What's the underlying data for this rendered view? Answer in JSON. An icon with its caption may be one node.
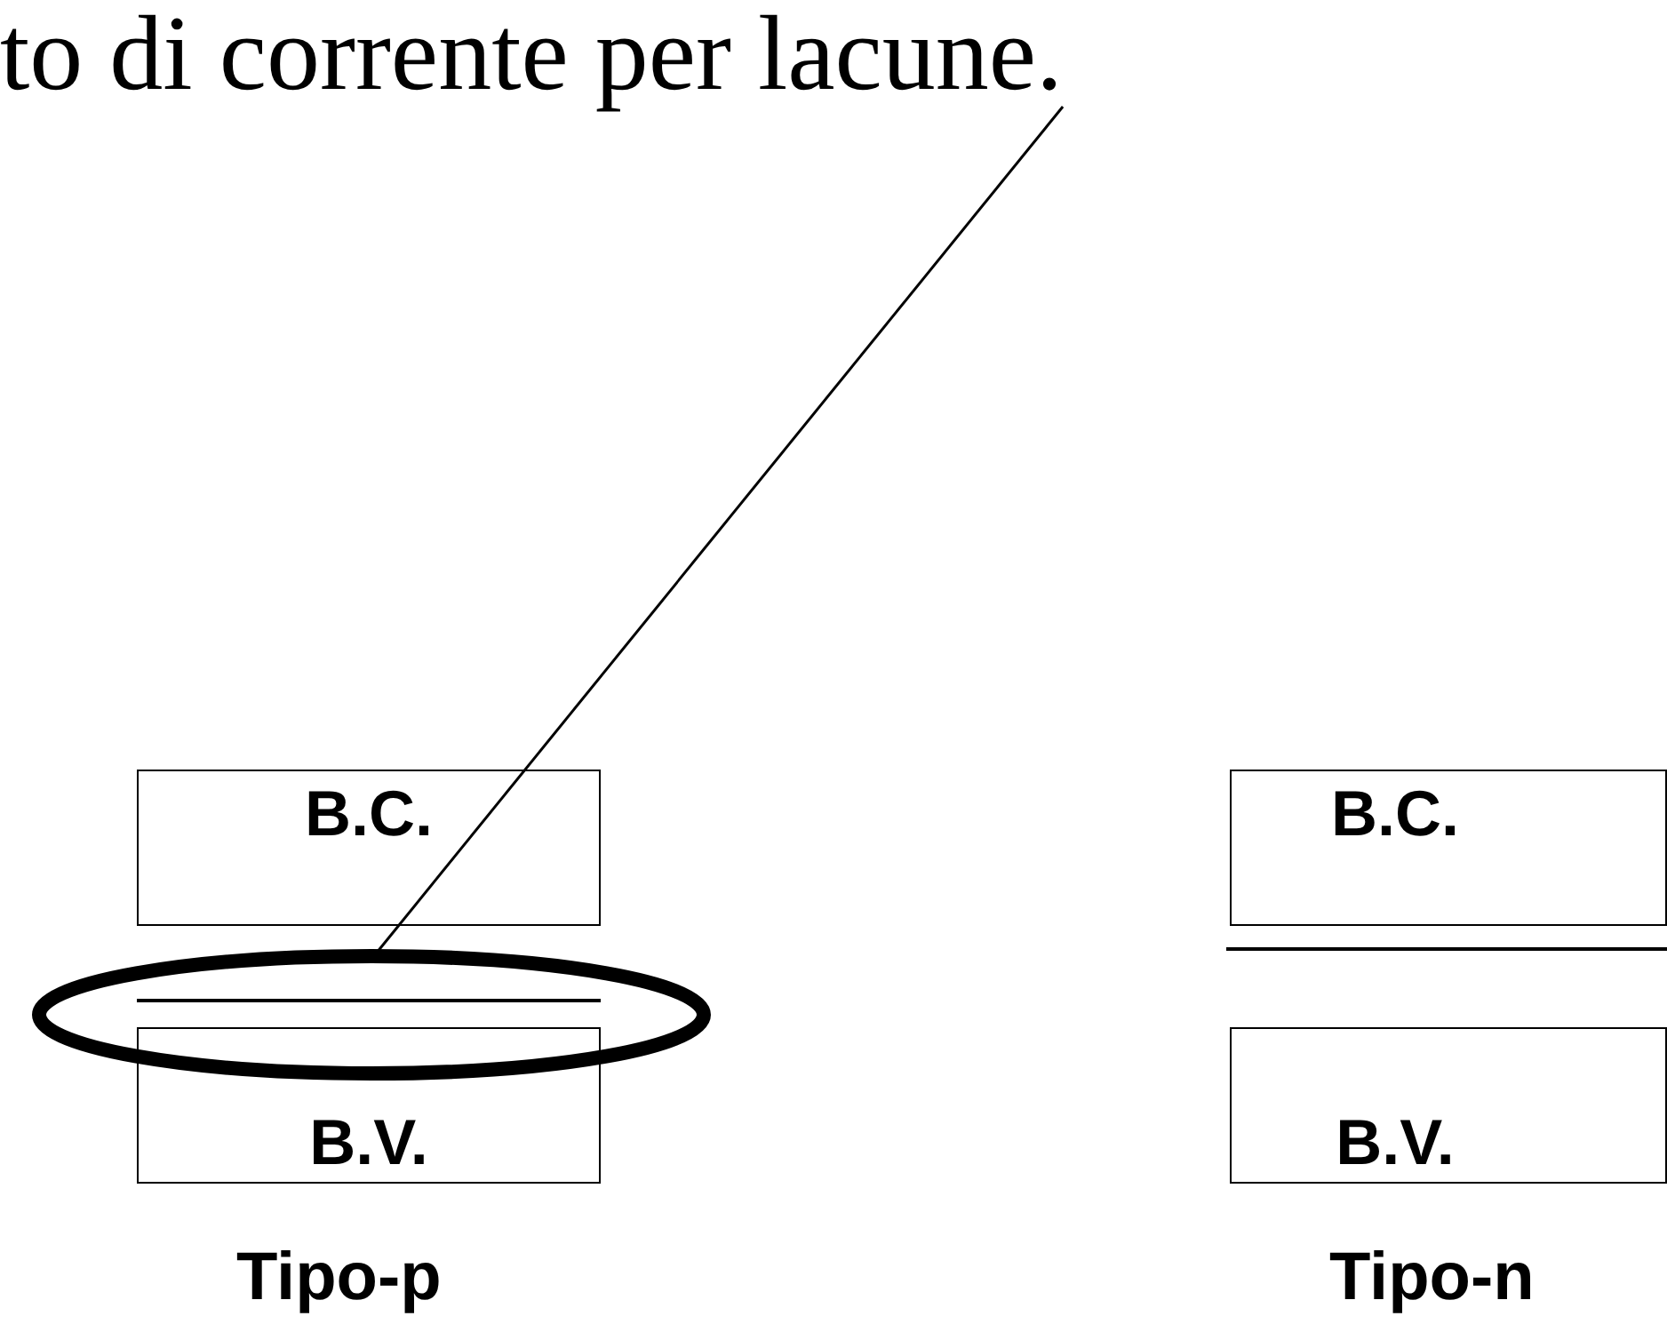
{
  "diagram": {
    "nodes": [
      {
        "text": [
          "to di corrente per lacune."
        ]
      },
      {
        "text": [
          "B.C."
        ]
      },
      {
        "text": [],
        "shape": "ellipse"
      },
      {
        "text": [
          "B.V."
        ]
      },
      {
        "text": [
          "B.C."
        ]
      },
      {
        "text": [
          "B.V."
        ]
      }
    ],
    "edges": [
      {
        "from": 0,
        "to": 2,
        "arrow": "none"
      }
    ],
    "labels": [
      "Tipo-p",
      "Tipo-n"
    ]
  }
}
